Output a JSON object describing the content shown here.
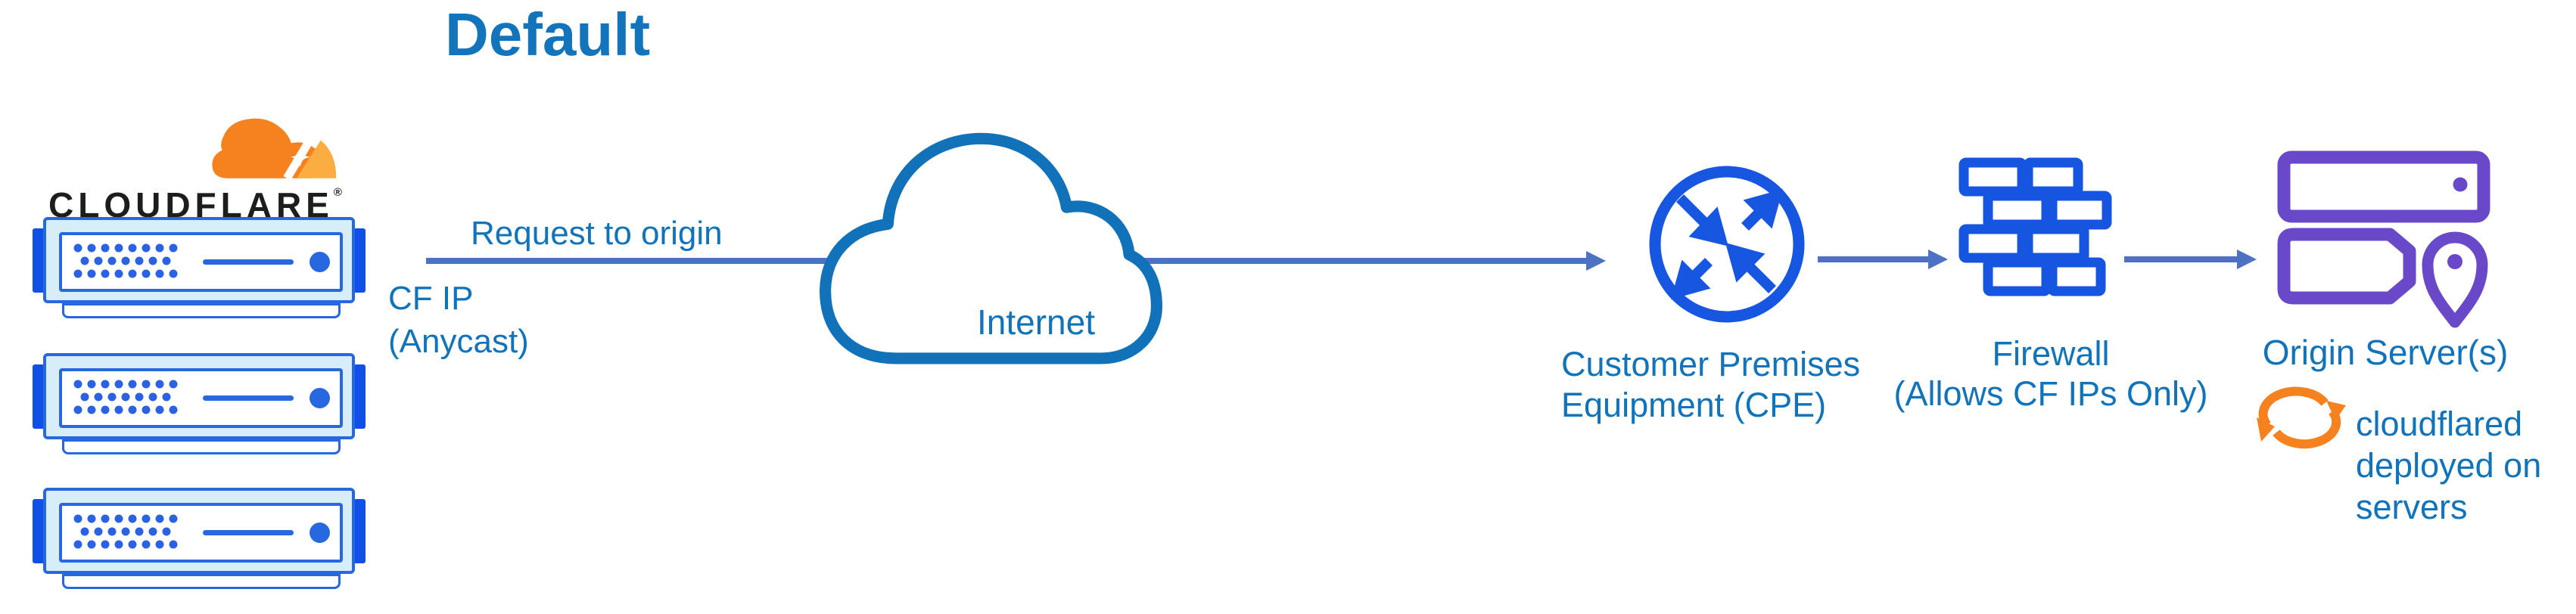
{
  "title": "Default",
  "cloudflare": {
    "wordmark": "CLOUDFLARE",
    "reg": "®"
  },
  "flow": {
    "request_label": "Request to origin",
    "cf_ip_line1": "CF IP",
    "cf_ip_line2": "(Anycast)"
  },
  "nodes": {
    "internet": {
      "label": "Internet"
    },
    "cpe": {
      "label_line1": "Customer Premises",
      "label_line2": "Equipment (CPE)"
    },
    "firewall": {
      "label_line1": "Firewall",
      "label_line2": "(Allows CF IPs Only)"
    },
    "origin": {
      "label": "Origin Server(s)",
      "note_line1": "cloudflared",
      "note_line2": "deployed on",
      "note_line3": "servers"
    }
  },
  "colors": {
    "label_blue": "#1173ba",
    "title_blue": "#1373bb",
    "arrow_slate_blue": "#4d72c4",
    "icon_blue": "#1656e0",
    "server_blue": "#2767e0",
    "server_tab_blue": "#1150e8",
    "server_light_blue": "#d7edf7",
    "origin_purple": "#6949c8",
    "cloudflare_orange": "#f6821f",
    "cloudflare_light_orange": "#fbad41",
    "wordmark_black": "#1d1d1d"
  }
}
